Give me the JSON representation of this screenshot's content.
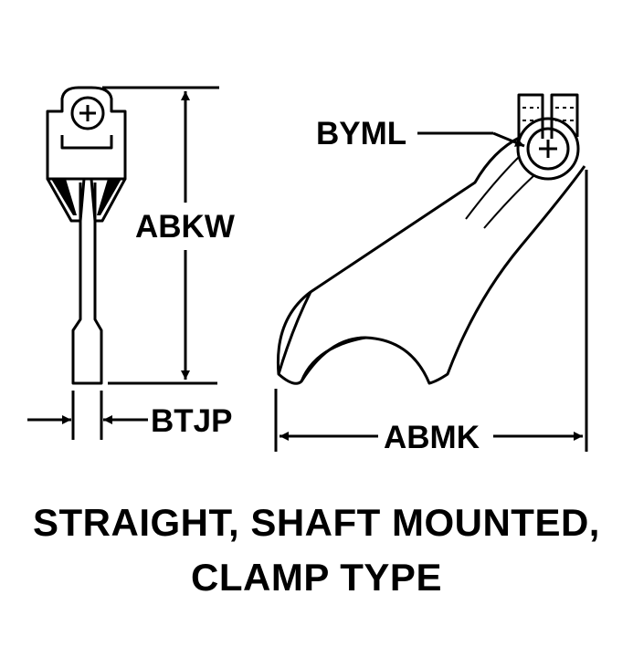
{
  "labels": {
    "abkw": "ABKW",
    "byml": "BYML",
    "btjp": "BTJP",
    "abmk": "ABMK"
  },
  "caption": {
    "line1": "STRAIGHT, SHAFT MOUNTED,",
    "line2": "CLAMP TYPE"
  }
}
